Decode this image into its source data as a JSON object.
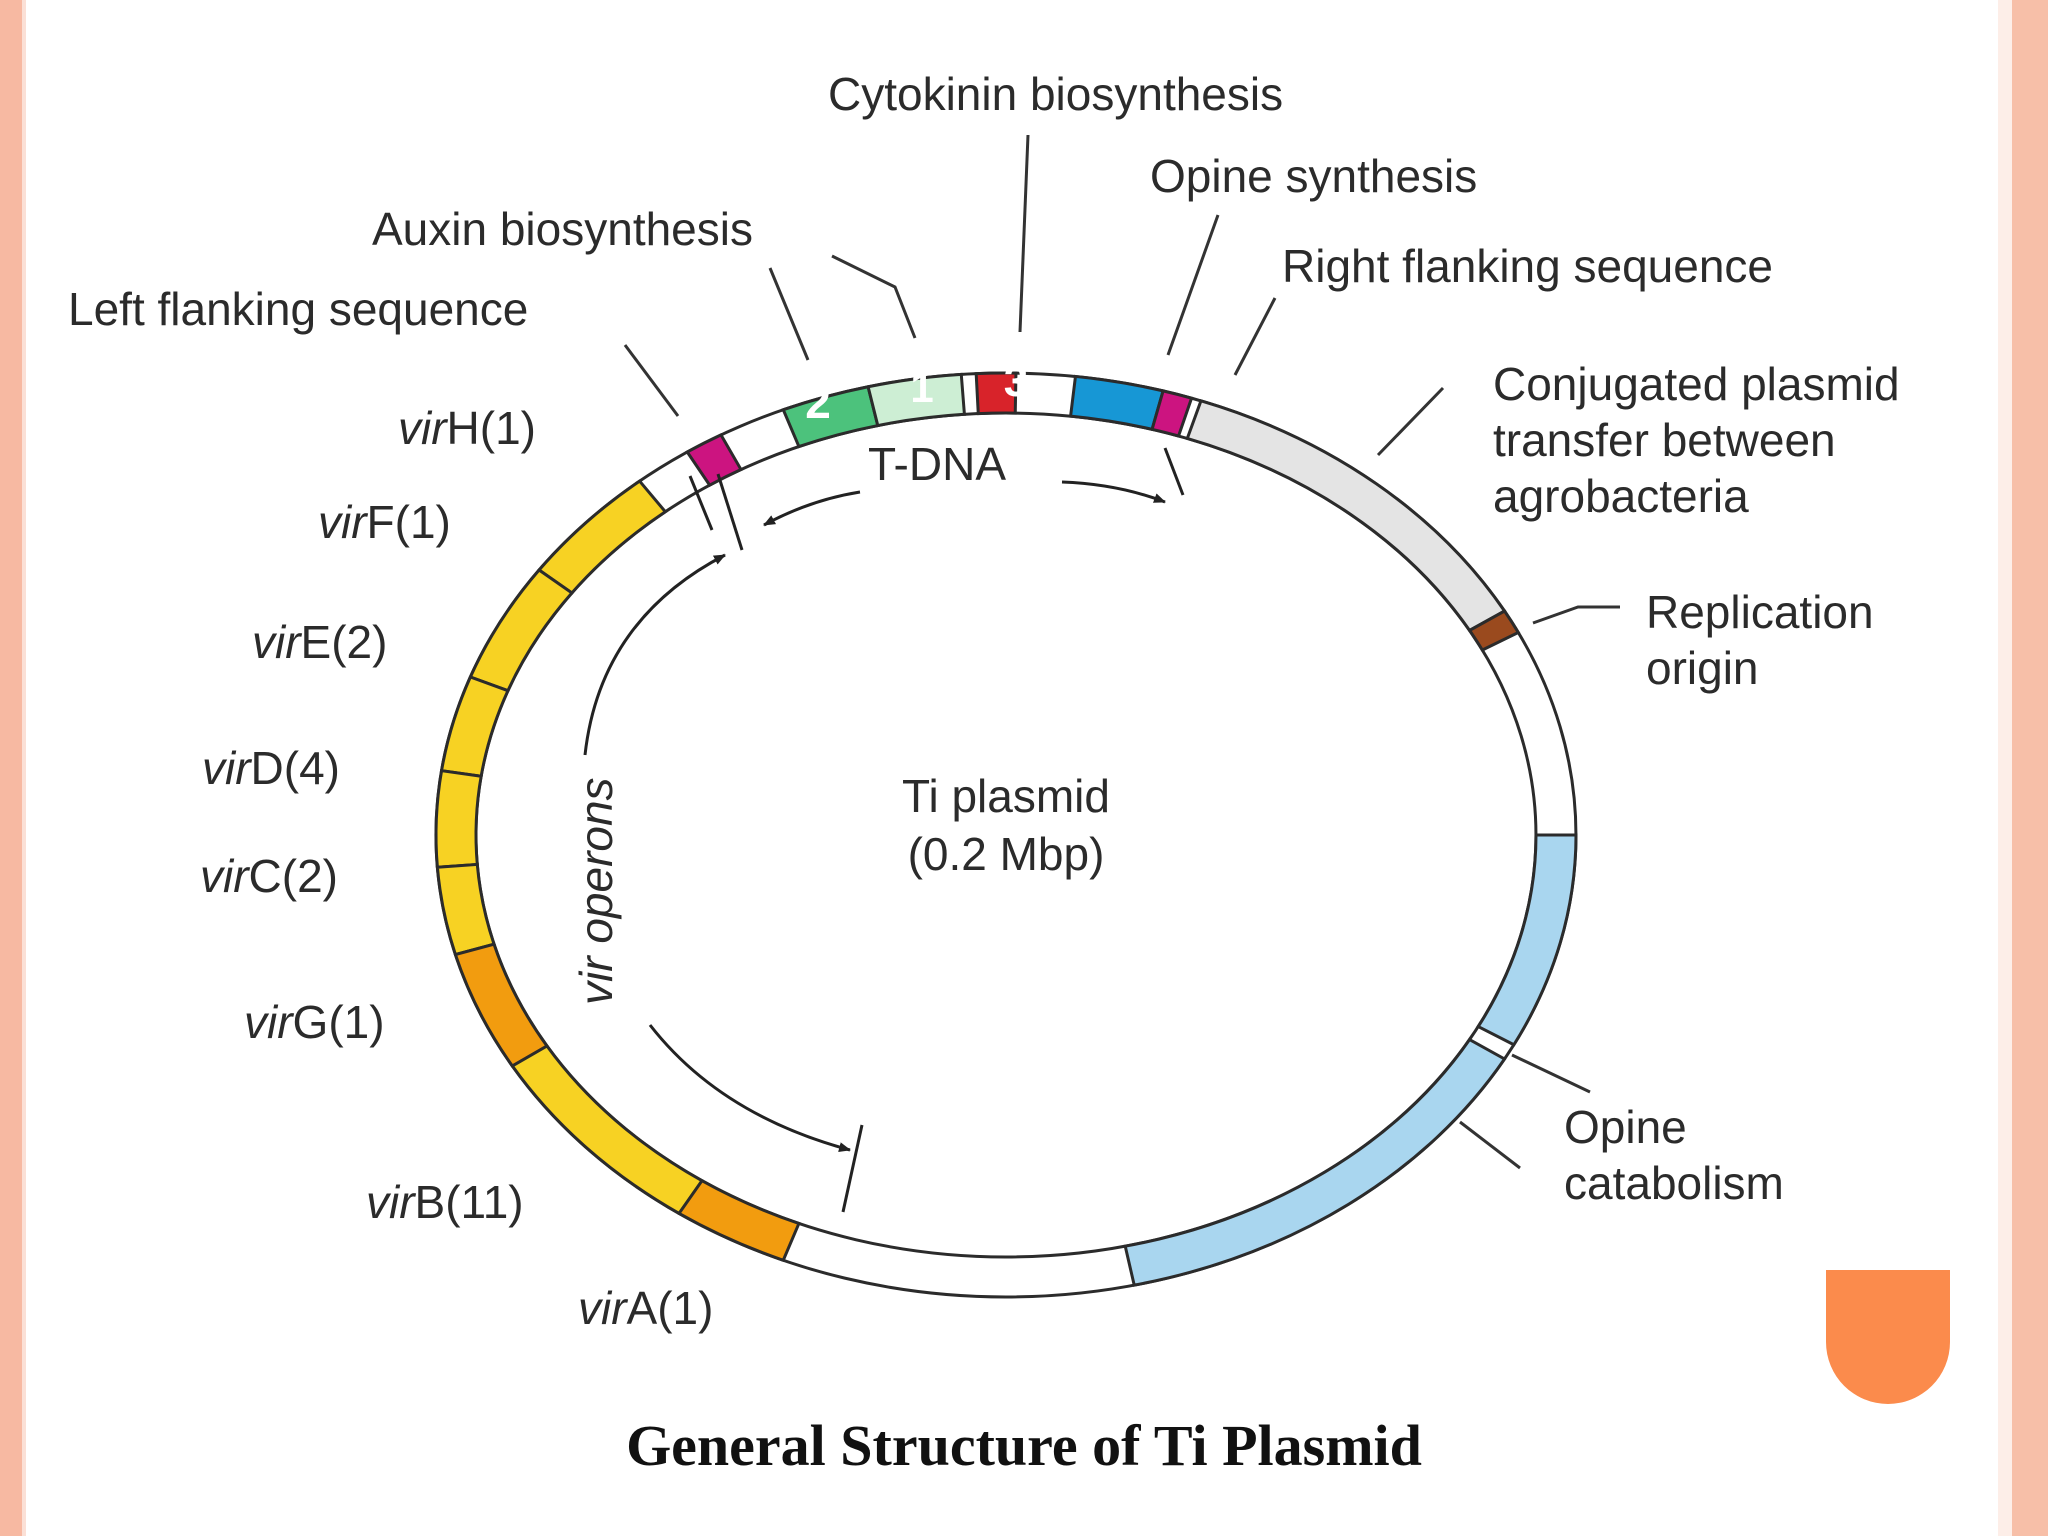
{
  "diagram": {
    "center_title": "Ti plasmid",
    "center_size": "(0.2 Mbp)",
    "tdna_label": "T-DNA",
    "vir_operons_label": "vir operons",
    "regions": {
      "cytokinin": "Cytokinin biosynthesis",
      "opine_synthesis": "Opine synthesis",
      "auxin": "Auxin biosynthesis",
      "right_flank": "Right flanking sequence",
      "left_flank": "Left flanking sequence",
      "conjugation": [
        "Conjugated plasmid",
        "transfer between",
        "agrobacteria"
      ],
      "replication": [
        "Replication",
        "origin"
      ],
      "opine_catabolism": [
        "Opine",
        "catabolism"
      ]
    },
    "segment_numbers": {
      "seg2": "2",
      "seg1": "1",
      "seg3": "3"
    },
    "vir_genes": [
      {
        "prefix": "vir",
        "name": "H(1)"
      },
      {
        "prefix": "vir",
        "name": "F(1)"
      },
      {
        "prefix": "vir",
        "name": "E(2)"
      },
      {
        "prefix": "vir",
        "name": "D(4)"
      },
      {
        "prefix": "vir",
        "name": "C(2)"
      },
      {
        "prefix": "vir",
        "name": "G(1)"
      },
      {
        "prefix": "vir",
        "name": "B(11)"
      },
      {
        "prefix": "vir",
        "name": "A(1)"
      }
    ],
    "colors": {
      "vir_yellow": "#f7d223",
      "vir_orange": "#f29c0f",
      "auxin_dark": "#4cc27c",
      "auxin_light": "#cdeed4",
      "cytokinin": "#d8232a",
      "opine_synthesis": "#1797d5",
      "flank": "#cc1480",
      "conjugation": "#e4e4e4",
      "replication": "#9a4a1e",
      "opine_catabolism": "#a9d6ef"
    }
  },
  "caption": "General Structure of Ti Plasmid"
}
